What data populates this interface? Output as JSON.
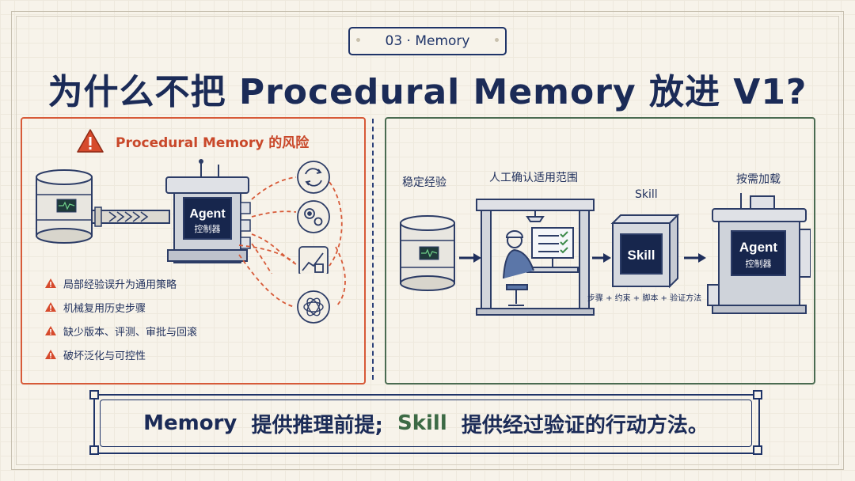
{
  "header": {
    "section_badge": "03 · Memory",
    "title": "为什么不把 Procedural Memory 放进 V1?"
  },
  "risk_panel": {
    "title": "Procedural Memory 的风险",
    "agent_name": "Agent",
    "agent_sub": "控制器",
    "items": [
      "局部经验误升为通用策略",
      "机械复用历史步骤",
      "缺少版本、评测、审批与回滚",
      "破坏泛化与可控性"
    ]
  },
  "flow_panel": {
    "steps": [
      {
        "label": "稳定经验"
      },
      {
        "label": "人工确认适用范围"
      },
      {
        "label": "Skill",
        "box_text": "Skill",
        "caption": "步骤 + 约束 + 脚本 + 验证方法"
      },
      {
        "label": "按需加载",
        "agent_name": "Agent",
        "agent_sub": "控制器"
      }
    ]
  },
  "summary": {
    "memory_word": "Memory",
    "memory_text": "提供推理前提;",
    "skill_word": "Skill",
    "skill_text": "提供经过验证的行动方法。"
  },
  "colors": {
    "navy": "#1b2b57",
    "risk_red": "#c9482a",
    "panel_green": "#4a6b51",
    "background": "#f7f3ea"
  }
}
